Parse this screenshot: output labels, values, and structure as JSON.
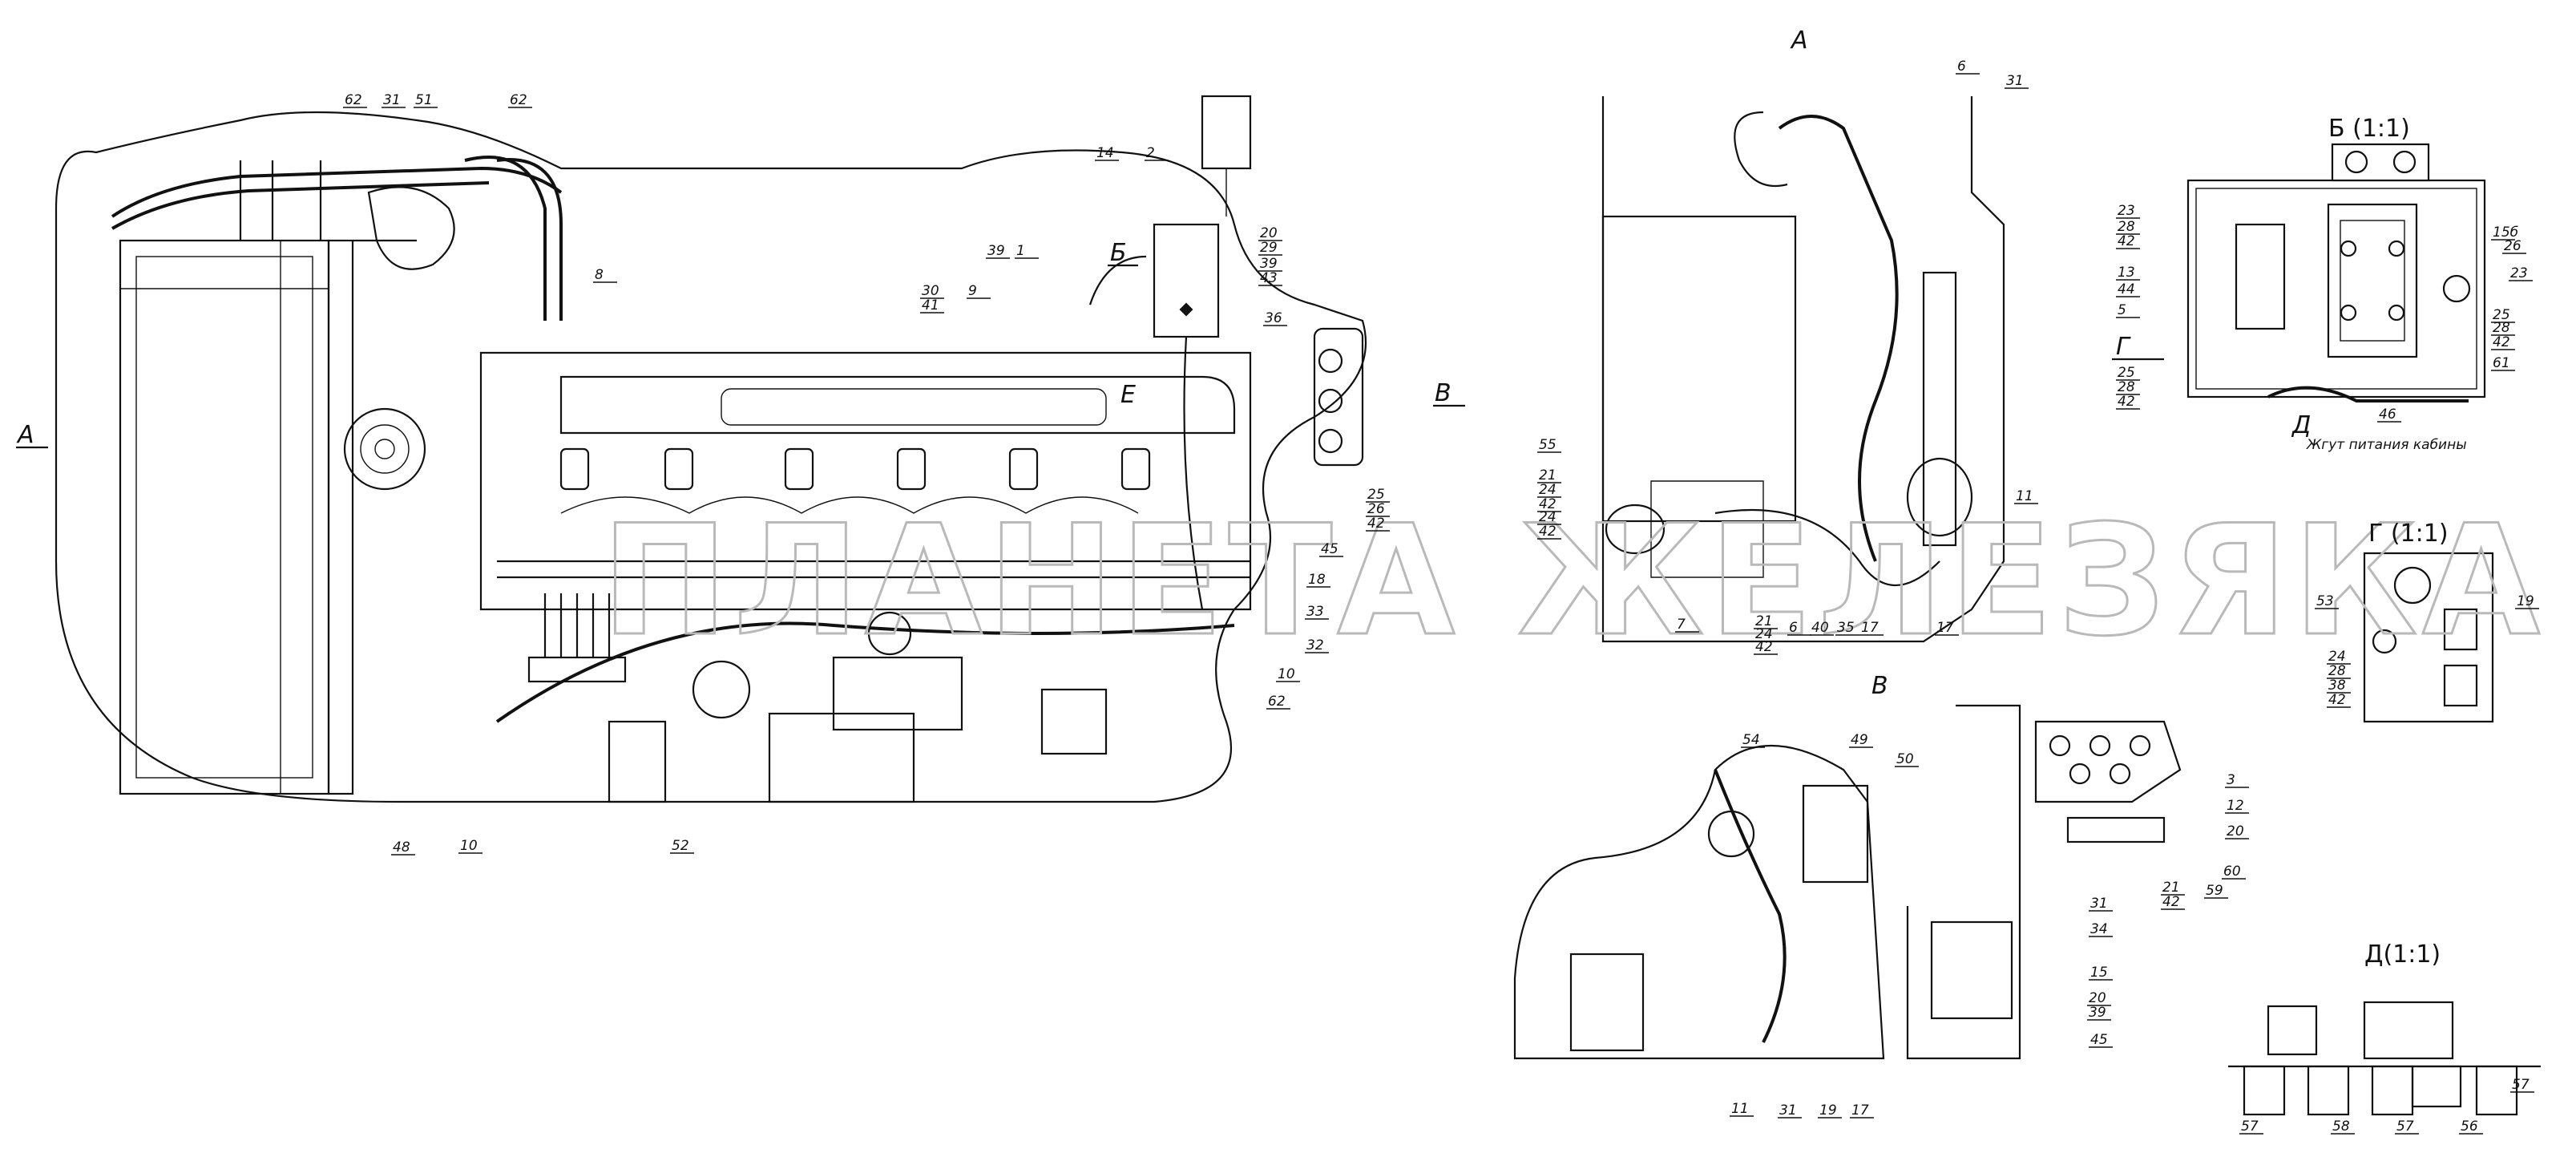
{
  "sections": {
    "left_view_A": "А",
    "view_B_marker": "Б",
    "view_V_marker": "В",
    "view_E_marker": "Е",
    "top_A": "А",
    "detail_B": "Б (1:1)",
    "detail_G": "Г (1:1)",
    "detail_V": "В",
    "detail_D": "Д(1:1)",
    "arrow_G": "Г",
    "arrow_D": "Д"
  },
  "notes": {
    "harness_caption": "Жгут питания кабины"
  },
  "watermark": "ПЛАНЕТА ЖЕЛЕЗЯКА",
  "callouts": {
    "main": [
      {
        "t": "62"
      },
      {
        "t": "31"
      },
      {
        "t": "51"
      },
      {
        "t": "62"
      },
      {
        "t": "8"
      },
      {
        "t": "14"
      },
      {
        "t": "2"
      },
      {
        "t": "39"
      },
      {
        "t": "1"
      },
      {
        "t": "30"
      },
      {
        "t": "41"
      },
      {
        "t": "9"
      },
      {
        "t": "20"
      },
      {
        "t": "29"
      },
      {
        "t": "39"
      },
      {
        "t": "43"
      },
      {
        "t": "36"
      },
      {
        "t": "25"
      },
      {
        "t": "26"
      },
      {
        "t": "42"
      },
      {
        "t": "45"
      },
      {
        "t": "18"
      },
      {
        "t": "33"
      },
      {
        "t": "32"
      },
      {
        "t": "10"
      },
      {
        "t": "62"
      },
      {
        "t": "48"
      },
      {
        "t": "10"
      },
      {
        "t": "52"
      }
    ],
    "top_A": [
      {
        "t": "6"
      },
      {
        "t": "31"
      },
      {
        "t": "55"
      },
      {
        "t": "21"
      },
      {
        "t": "24"
      },
      {
        "t": "42"
      },
      {
        "t": "24"
      },
      {
        "t": "42"
      },
      {
        "t": "7"
      },
      {
        "t": "21"
      },
      {
        "t": "24"
      },
      {
        "t": "42"
      },
      {
        "t": "6"
      },
      {
        "t": "40"
      },
      {
        "t": "35"
      },
      {
        "t": "17"
      },
      {
        "t": "17"
      },
      {
        "t": "11"
      }
    ],
    "detail_B": [
      {
        "t": "23"
      },
      {
        "t": "28"
      },
      {
        "t": "42"
      },
      {
        "t": "13"
      },
      {
        "t": "44"
      },
      {
        "t": "5"
      },
      {
        "t": "25"
      },
      {
        "t": "28"
      },
      {
        "t": "42"
      },
      {
        "t": "46"
      },
      {
        "t": "15б"
      },
      {
        "t": "26"
      },
      {
        "t": "25"
      },
      {
        "t": "28"
      },
      {
        "t": "42"
      },
      {
        "t": "61"
      },
      {
        "t": "23"
      }
    ],
    "detail_G": [
      {
        "t": "53"
      },
      {
        "t": "19"
      },
      {
        "t": "24"
      },
      {
        "t": "28"
      },
      {
        "t": "38"
      },
      {
        "t": "42"
      }
    ],
    "detail_V": [
      {
        "t": "54"
      },
      {
        "t": "49"
      },
      {
        "t": "50"
      },
      {
        "t": "3"
      },
      {
        "t": "12"
      },
      {
        "t": "20"
      },
      {
        "t": "60"
      },
      {
        "t": "59"
      },
      {
        "t": "21"
      },
      {
        "t": "42"
      },
      {
        "t": "31"
      },
      {
        "t": "34"
      },
      {
        "t": "15"
      },
      {
        "t": "20"
      },
      {
        "t": "39"
      },
      {
        "t": "45"
      },
      {
        "t": "11"
      },
      {
        "t": "31"
      },
      {
        "t": "19"
      },
      {
        "t": "17"
      }
    ],
    "detail_D": [
      {
        "t": "57"
      },
      {
        "t": "57"
      },
      {
        "t": "58"
      },
      {
        "t": "57"
      },
      {
        "t": "56"
      }
    ]
  }
}
